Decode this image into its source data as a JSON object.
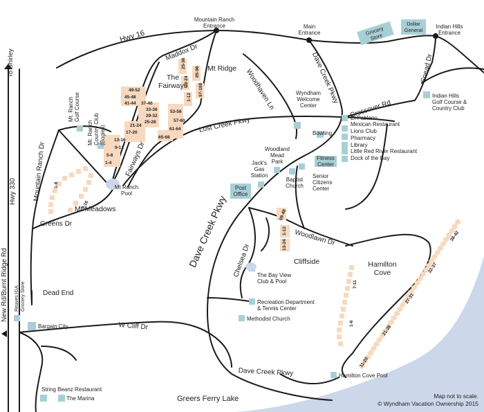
{
  "roads": {
    "hwy16": "Hwy 16",
    "to_shirley": "To Shirley",
    "hwy330": "Hwy 330",
    "maddox": "Maddox Dr",
    "woodhaven": "Woodhaven Ln",
    "dave_creek_pkwy": "Dave Creek Pkwy",
    "dave_creek_pkwy_main": "Dave Creek Pkwy",
    "dave_creek_pkwy_south": "Dave Creek Pkwy",
    "crossover": "Crossover Rd",
    "snead": "Snead Dr",
    "lost_creek": "Lost Creek Pkwy",
    "fairways_dr": "Fairways Dr",
    "mountain_ranch_dr": "Mountain Ranch Dr",
    "greens_dr": "Greens Dr",
    "woodlawn": "Woodlawn Dr",
    "chelsea": "Chelsea Dr",
    "w_cliff": "W Cliff Dr",
    "new_rd": "New Rd/Burnt Ridge Rd",
    "dead_end": "Dead End",
    "lake": "Greers Ferry Lake"
  },
  "entrances": {
    "mountain_ranch": "Mountain Ranch\nEntrance",
    "main": "Main\nEntrance",
    "indian_hills": "Indian Hills\nEntrance"
  },
  "areas": {
    "mt_ridge": "Mt Ridge",
    "fairways": "The\nFairways",
    "mt_meadows": "Mt Meadows",
    "cliffside": "Cliffside",
    "hamilton_cove": "Hamilton\nCove"
  },
  "places": {
    "grocery_store": "Grocery\nStore",
    "dollar_general": "Dollar\nGeneral",
    "wyndham_welcome": "Wyndham\nWelcome\nCenter",
    "indian_hills_golf": "Indian Hills\nGolf Course &\nCountry Club",
    "mt_ranch_golf": "Mt. Ranch\nGolf Course",
    "mt_ranch_country_club": "Mt. Ranch\nCountry Club\n(Bogies)",
    "bowling": "Bowling",
    "el_pablano": "El Pablano\nMexican Restaurant",
    "lions_club": "Lions Club",
    "pharmacy": "Pharmacy",
    "library": "Library",
    "little_red_river": "Little Red River Restaurant",
    "dock_of_the_bay": "Dock of the Bay",
    "woodland_mead_park": "Woodland\nMead\nPark",
    "fitness_center": "Fitness\nCenter",
    "jacks_gas": "Jack's\nGas\nStation",
    "baptist_church": "Baptist\nChurch",
    "senior_citizens": "Senior\nCitizens\nCenter",
    "post_office": "Post\nOffice",
    "mt_ranch_pool": "Mt Ranch\nPool",
    "bay_view_club": "The Bay View\nClub & Pool",
    "recreation_dept": "Recreation Department\n& Tennis Center",
    "methodist_church": "Methodist Church",
    "reaves_iga": "Reaves IGA\nGrocery Store",
    "bargain_city": "Bargain City",
    "string_beanz": "String Beanz Restaurant",
    "the_marina": "The Marina",
    "hamilton_cove_pool": "Hamilton Cove Pool"
  },
  "unit_ranges": {
    "fairways": [
      "49-52",
      "45-48",
      "41-44",
      "37-40",
      "33-36",
      "29-32",
      "25-28",
      "21-24",
      "17-20",
      "13-16",
      "9-12",
      "5-8",
      "1-4",
      "53-56",
      "57-60",
      "61-64",
      "65-68"
    ],
    "mt_ridge": [
      "25-36",
      "13-24",
      "1-12",
      "85-96",
      "97-108"
    ],
    "mt_meadows": [
      "1-8",
      "9-16"
    ],
    "cliffside": [
      "09-48",
      "1-12",
      "13-24"
    ],
    "hamilton_cove": [
      "7-11",
      "1-6",
      "11-20",
      "21-26",
      "27-31",
      "32-37",
      "38-42"
    ]
  },
  "footer": {
    "note": "Map not to scale.\n© Wyndham Vacation Ownership 2015"
  },
  "colors": {
    "road": "#1a1a1a",
    "poi": "#a9cfd6",
    "unit": "#f7d9bf",
    "water": "#ccd7e9"
  }
}
